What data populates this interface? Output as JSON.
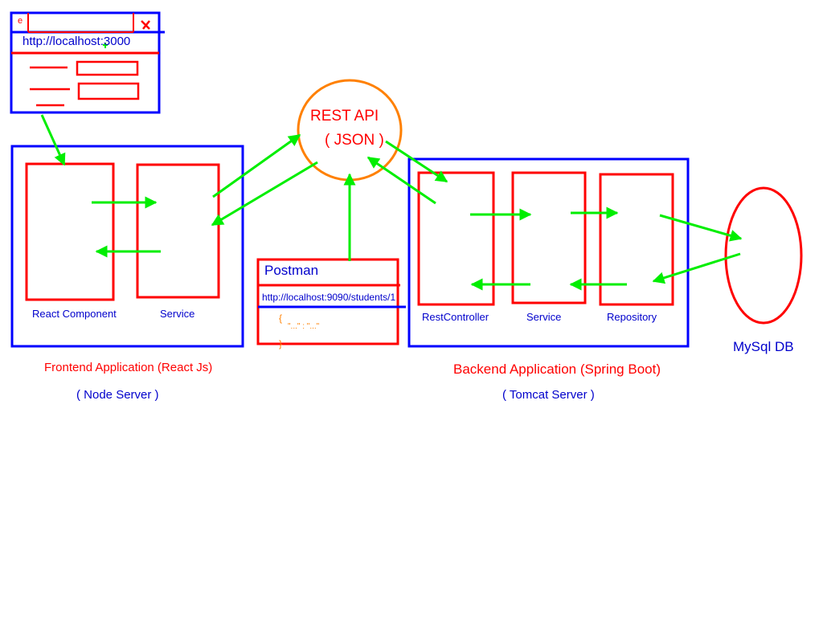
{
  "browser": {
    "tab_letter": "e",
    "url": "http://localhost:3000"
  },
  "rest_api": {
    "line1": "REST API",
    "line2": "( JSON )"
  },
  "frontend": {
    "component1": "React Component",
    "component2": "Service",
    "title": "Frontend Application (React Js)",
    "server": "( Node Server )"
  },
  "postman": {
    "title": "Postman",
    "url": "http://localhost:9090/students/1",
    "json_open": "{",
    "json_body": "\"...\" : \"...\"",
    "json_close": "}"
  },
  "backend": {
    "component1": "RestController",
    "component2": "Service",
    "component3": "Repository",
    "title": "Backend Application (Spring Boot)",
    "server": "( Tomcat Server )"
  },
  "database": {
    "label": "MySql DB"
  },
  "colors": {
    "container": "#0000ff",
    "component": "#ff0000",
    "arrow": "#00ff00",
    "api_circle": "#ff8000"
  }
}
